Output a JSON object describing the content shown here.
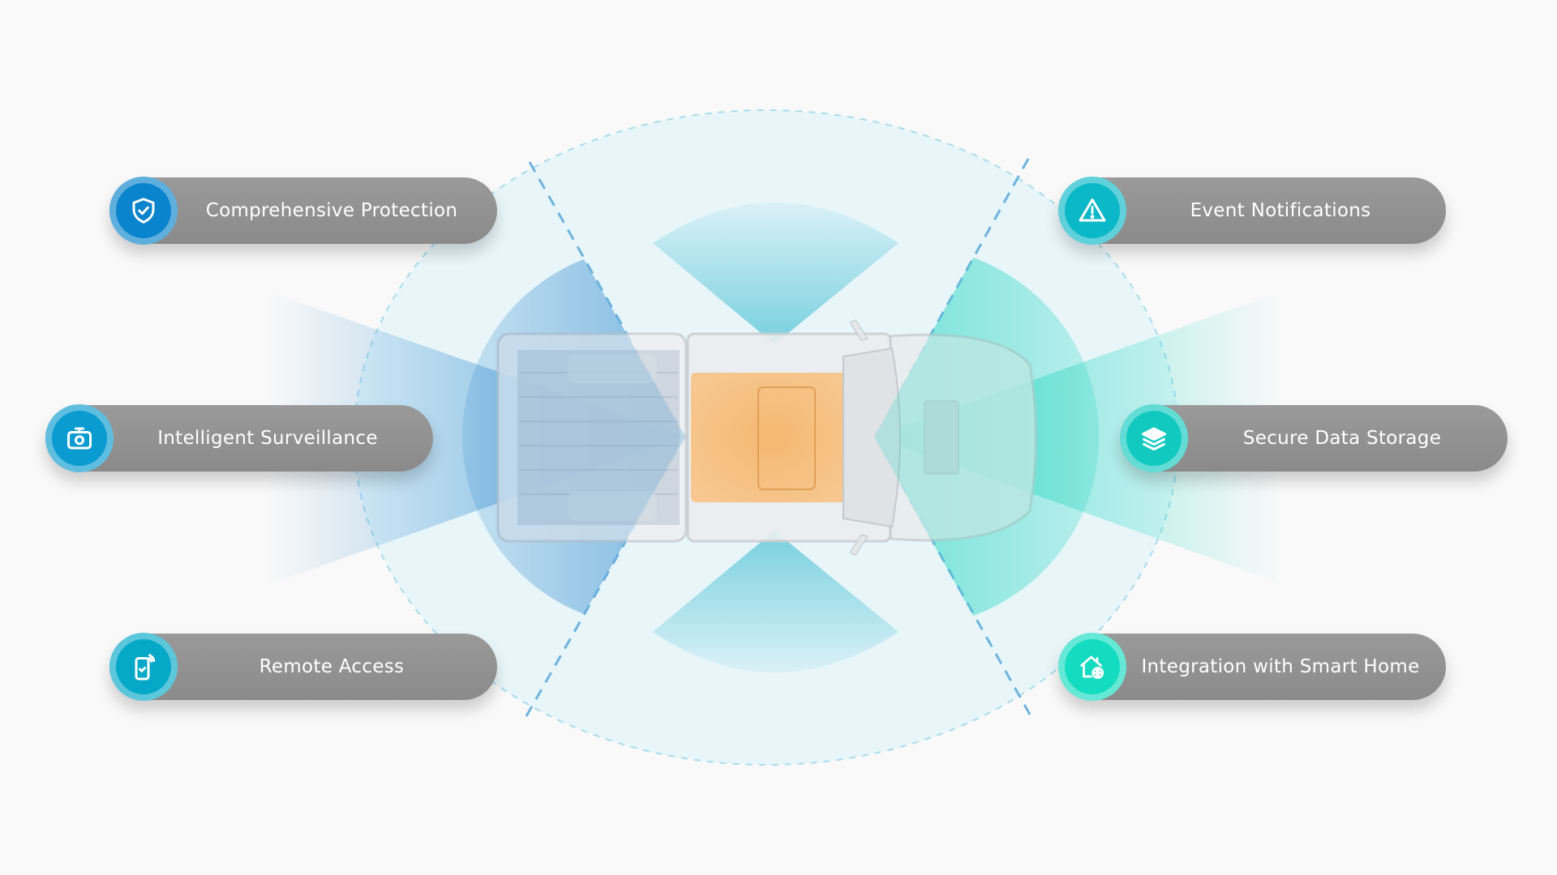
{
  "features": {
    "left": [
      {
        "label": "Comprehensive Protection",
        "icon": "shield-check-icon",
        "color": "#0a84cc"
      },
      {
        "label": "Intelligent Surveillance",
        "icon": "camera-icon",
        "color": "#0a9bd0"
      },
      {
        "label": "Remote Access",
        "icon": "phone-signal-icon",
        "color": "#06a8c8"
      }
    ],
    "right": [
      {
        "label": "Event Notifications",
        "icon": "warning-icon",
        "color": "#0bb8c8"
      },
      {
        "label": "Secure Data Storage",
        "icon": "layers-icon",
        "color": "#12c9c0"
      },
      {
        "label": "Integration with Smart Home",
        "icon": "smart-home-icon",
        "color": "#14dcc0"
      }
    ]
  },
  "colors": {
    "rear_cone": "#3a8fd0",
    "front_cone": "#2fd8c4",
    "side_cone": "#5cc6d8",
    "cabin": "#f5b56a",
    "coverage": "#e8f6fa"
  }
}
